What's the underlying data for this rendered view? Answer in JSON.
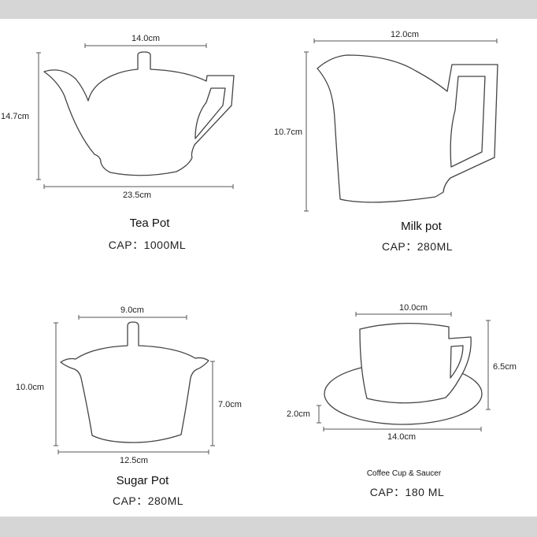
{
  "items": {
    "teapot": {
      "name": "Tea Pot",
      "capacity": "CAP：1000ML",
      "width_label": "14.0cm",
      "height_label": "14.7cm",
      "length_label": "23.5cm"
    },
    "milkpot": {
      "name": "Milk pot",
      "capacity": "CAP：280ML",
      "width_label": "12.0cm",
      "height_label": "10.7cm"
    },
    "sugarpot": {
      "name": "Sugar Pot",
      "capacity": "CAP：280ML",
      "width_label": "9.0cm",
      "height_label": "10.0cm",
      "body_height_label": "7.0cm",
      "length_label": "12.5cm"
    },
    "cupsaucer": {
      "name": "Coffee Cup & Saucer",
      "capacity": "CAP：180 ML",
      "cup_width_label": "10.0cm",
      "height_label": "6.5cm",
      "saucer_height_label": "2.0cm",
      "saucer_width_label": "14.0cm"
    }
  },
  "colors": {
    "band": "#d6d6d6",
    "outline": "#444444",
    "text": "#222222"
  }
}
